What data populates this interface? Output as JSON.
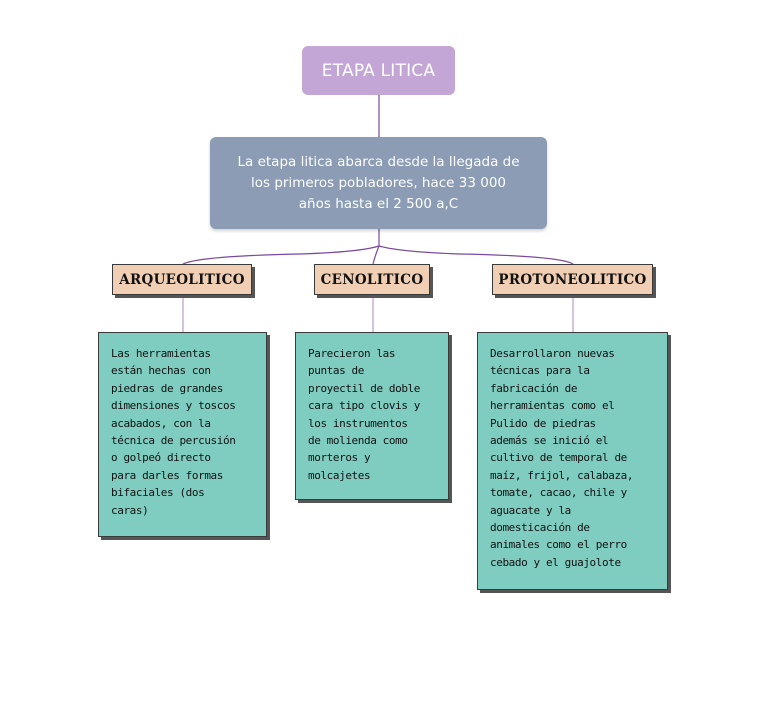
{
  "root": {
    "title": "ETAPA LITICA"
  },
  "summary": {
    "text": "La etapa litica abarca desde la llegada de los primeros pobladores, hace 33 000 años hasta el 2 500 a,C"
  },
  "categories": [
    {
      "title": "ARQUEOLITICO",
      "description": "Las herramientas\nestán hechas con\npiedras de grandes\ndimensiones y toscos\nacabados, con la\ntécnica de percusión\no golpeó directo\npara darles formas\nbifaciales (dos\ncaras)"
    },
    {
      "title": "CENOLITICO",
      "description": "Parecieron las\npuntas de\nproyectil de doble\ncara tipo clovis y\nlos instrumentos\nde molienda como\nmorteros y\nmolcajetes"
    },
    {
      "title": "PROTONEOLITICO",
      "description": "Desarrollaron nuevas\ntécnicas para la\nfabricación de\nherramientas como el\nPulido de piedras\nademás se inició el\ncultivo de temporal de\nmaíz, frijol, calabaza,\ntomate, cacao, chile y\naguacate y la\ndomesticación de\nanimales como el perro\ncebado y el guajolote"
    }
  ],
  "colors": {
    "root_fill": "#c3a6d6",
    "summary_fill": "#8b9cb4",
    "category_fill": "#f1cfb4",
    "card_fill": "#7fcdc1",
    "connector": "#7a4a9e",
    "branch_connector": "#b79ccc"
  }
}
